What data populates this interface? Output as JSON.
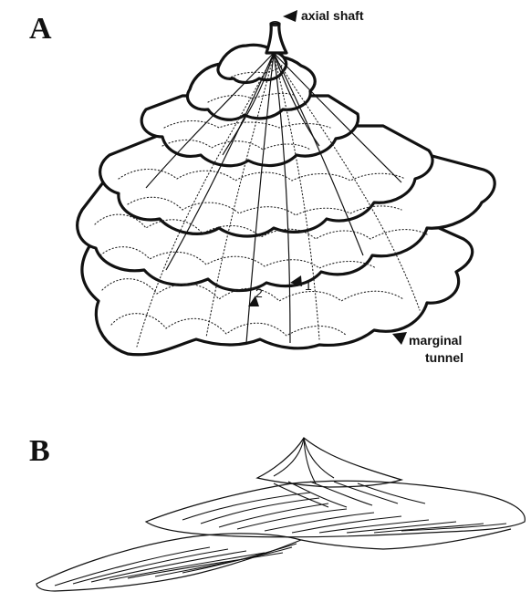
{
  "panels": [
    {
      "letter": "A",
      "labels": {
        "axial": "axial shaft",
        "marginal_1": "marginal",
        "marginal_2": "tunnel",
        "n1": "1",
        "n2": "2"
      }
    },
    {
      "letter": "B"
    }
  ]
}
